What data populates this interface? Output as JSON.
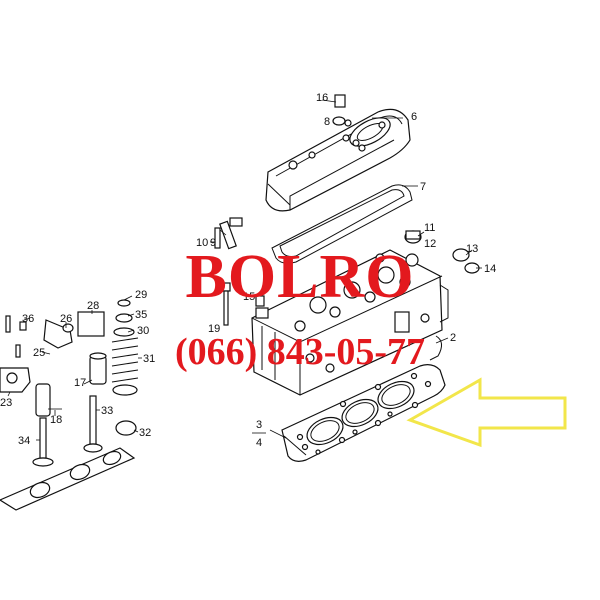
{
  "watermark": {
    "brand": "BOLRO",
    "phone": "(066) 843-05-77",
    "color": "#e3191e"
  },
  "pointer_arrow": {
    "color": "#f2e64a"
  },
  "callouts": {
    "c16": "16",
    "c8": "8",
    "c6": "6",
    "c7": "7",
    "c11": "11",
    "c12": "12",
    "c10": "10",
    "c9": "9",
    "c13": "13",
    "c14": "14",
    "c15": "15",
    "c19": "19",
    "c2": "2",
    "c3": "3",
    "c4": "4",
    "c36": "36",
    "c26": "26",
    "c28": "28",
    "c29": "29",
    "c35": "35",
    "c30": "30",
    "c25": "25",
    "c31": "31",
    "c17": "17",
    "c18": "18",
    "c23": "23",
    "c32": "32",
    "c34": "34",
    "c33": "33"
  }
}
